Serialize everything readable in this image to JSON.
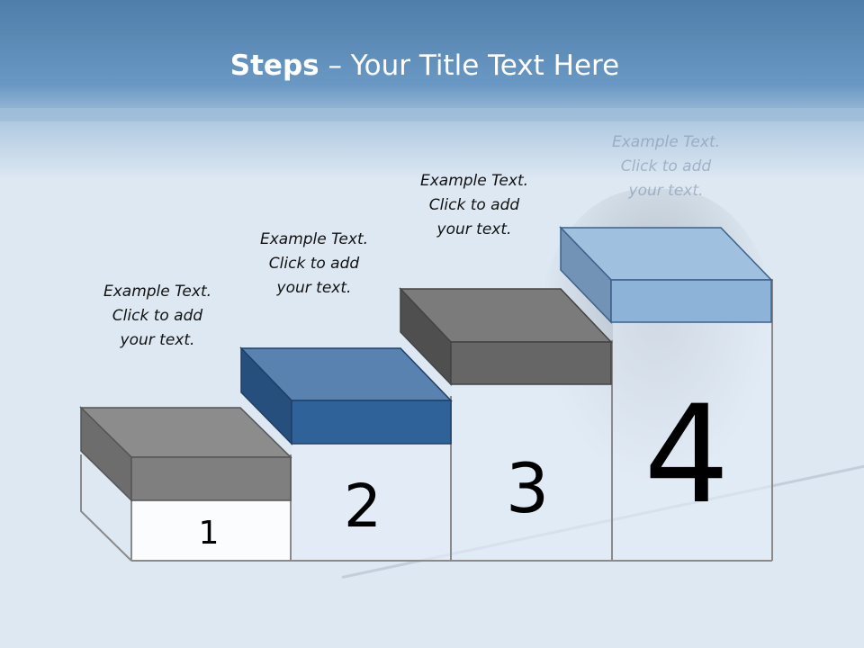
{
  "slide": {
    "title_bold": "Steps",
    "title_rest": " – Your Title Text Here"
  },
  "steps": [
    {
      "number": "1",
      "caption": [
        "Example Text.",
        "Click  to add",
        "your text."
      ],
      "color": "#7f7f7f"
    },
    {
      "number": "2",
      "caption": [
        "Example Text.",
        "Click  to add",
        "your text."
      ],
      "color": "#2f5f98"
    },
    {
      "number": "3",
      "caption": [
        "Example Text.",
        "Click  to add",
        "your text."
      ],
      "color": "#6a6a6a"
    },
    {
      "number": "4",
      "caption": [
        "Example Text.",
        "Click  to add",
        "your text."
      ],
      "color": "#8db3d9"
    }
  ]
}
